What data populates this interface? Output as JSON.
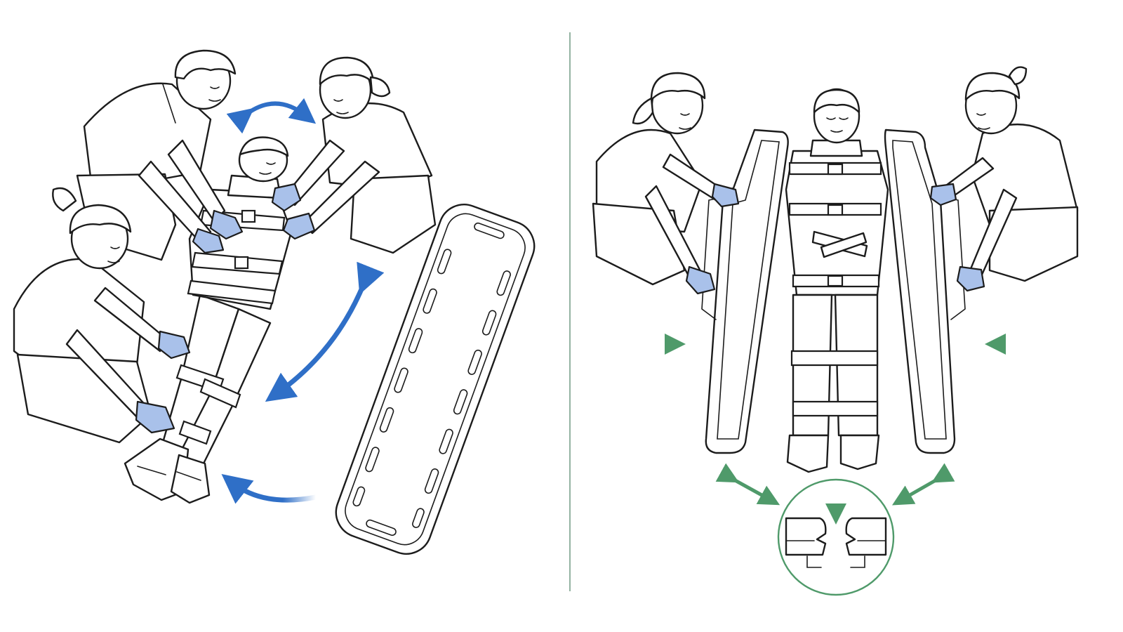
{
  "colors": {
    "line": "#1c1c1c",
    "glove": "#a9c1ea",
    "arrow_blue": "#2f6fc7",
    "arrow_green": "#4f9a6a",
    "divider": "#7aa08a",
    "background": "#ffffff"
  },
  "panels": [
    {
      "name": "log-roll-onto-spine-board",
      "icons": [
        "rescuer",
        "rescuer",
        "rescuer",
        "patient",
        "spine-board",
        "rotation-arrow-icon"
      ]
    },
    {
      "name": "scoop-stretcher-closing",
      "icons": [
        "rescuer",
        "rescuer",
        "patient",
        "scoop-stretcher-half",
        "push-arrow-icon",
        "latch-detail-icon"
      ]
    }
  ]
}
